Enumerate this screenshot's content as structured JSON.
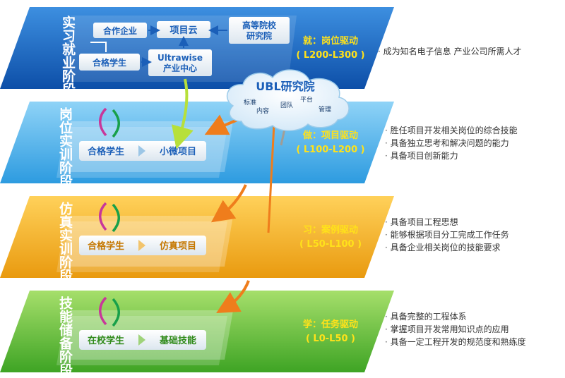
{
  "colors": {
    "stage1": "#1565c0",
    "stage2": "#3fa9e8",
    "stage3": "#f0a91e",
    "stage4": "#5cbb2e",
    "accent_yellow": "#ffe21a",
    "arrow_orange": "#ef7d1c",
    "arrow_green": "#18a04a",
    "arrow_purple": "#c8379a"
  },
  "stages": [
    {
      "label": "实习就业阶段",
      "drive": "就：岗位驱动",
      "level": "( L200-L300 )",
      "nodes": {
        "enterprise": "合作企业",
        "cloud": "项目云",
        "college": "高等院校\n研究院",
        "student": "合格学生",
        "center": "Ultrawise\n产业中心"
      },
      "bullets": [
        "成为知名电子信息 产业公司所需人才"
      ]
    },
    {
      "label": "岗位实训阶段",
      "drive": "做：项目驱动",
      "level": "( L100-L200 )",
      "nodes": {
        "student": "合格学生",
        "project": "小微项目"
      },
      "bullets": [
        "胜任项目开发相关岗位的综合技能",
        "具备独立思考和解决问题的能力",
        "具备项目创新能力"
      ]
    },
    {
      "label": "仿真实训阶段",
      "drive": "习：案例驱动",
      "level": "( L50-L100 )",
      "nodes": {
        "student": "合格学生",
        "project": "仿真项目"
      },
      "bullets": [
        "具备项目工程思想",
        "能够根据项目分工完成工作任务",
        "具备企业相关岗位的技能要求"
      ]
    },
    {
      "label": "技能储备阶段",
      "drive": "学：任务驱动",
      "level": "( L0-L50 )",
      "nodes": {
        "student": "在校学生",
        "project": "基础技能"
      },
      "bullets": [
        "具备完整的工程体系",
        "掌握项目开发常用知识点的应用",
        "具备一定工程开发的规范度和熟练度"
      ]
    }
  ],
  "cloud": {
    "title": "UBL研究院",
    "items": [
      "标准",
      "内容",
      "团队",
      "平台",
      "管理"
    ]
  }
}
